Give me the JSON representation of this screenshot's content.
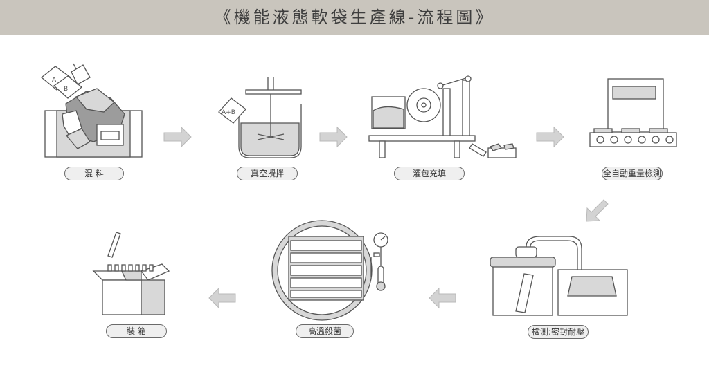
{
  "title": "《機能液態軟袋生產線-流程圖》",
  "steps": [
    {
      "label": "混 料"
    },
    {
      "label": "真空攪拌"
    },
    {
      "label": "灌包充填"
    },
    {
      "label": "全自動重量檢測"
    },
    {
      "label": "檢測:密封耐壓"
    },
    {
      "label": "高溫殺菌"
    },
    {
      "label": "裝 箱"
    }
  ],
  "pouch_labels": {
    "a": "A",
    "b": "B",
    "ab": "A+B"
  }
}
